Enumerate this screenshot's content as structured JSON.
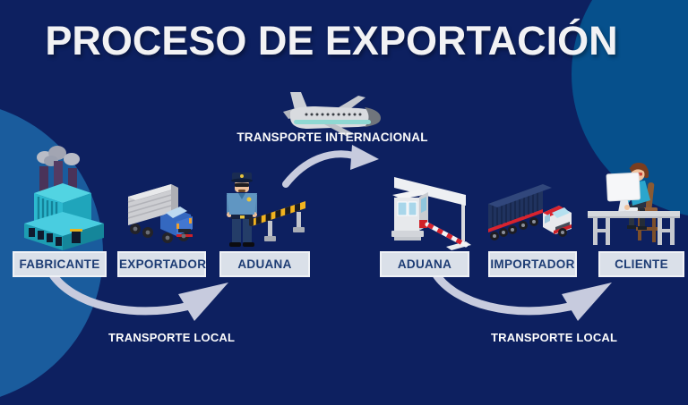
{
  "title": "PROCESO DE EXPORTACIÓN",
  "stages": [
    {
      "id": "fabricante",
      "label": "FABRICANTE",
      "icon": "factory-icon"
    },
    {
      "id": "exportador",
      "label": "EXPORTADOR",
      "icon": "delivery-truck-icon"
    },
    {
      "id": "aduana-salida",
      "label": "ADUANA",
      "icon": "customs-officer-icon"
    },
    {
      "id": "aduana-entrada",
      "label": "ADUANA",
      "icon": "toll-gate-icon"
    },
    {
      "id": "importador",
      "label": "IMPORTADOR",
      "icon": "container-truck-icon"
    },
    {
      "id": "cliente",
      "label": "CLIENTE",
      "icon": "customer-desk-icon"
    }
  ],
  "transport_labels": {
    "international": "TRANSPORTE INTERNACIONAL",
    "local_left": "TRANSPORTE LOCAL",
    "local_right": "TRANSPORTE LOCAL"
  },
  "colors": {
    "background": "#0d2060",
    "circle_left": "#1a5c9d",
    "circle_top_right": "#06508c",
    "label_background": "#dae0e9",
    "label_border": "#f0f2f6",
    "label_text": "#1d3c74",
    "arrow": "#c7cbde",
    "caption_text": "#fdfdfd"
  }
}
